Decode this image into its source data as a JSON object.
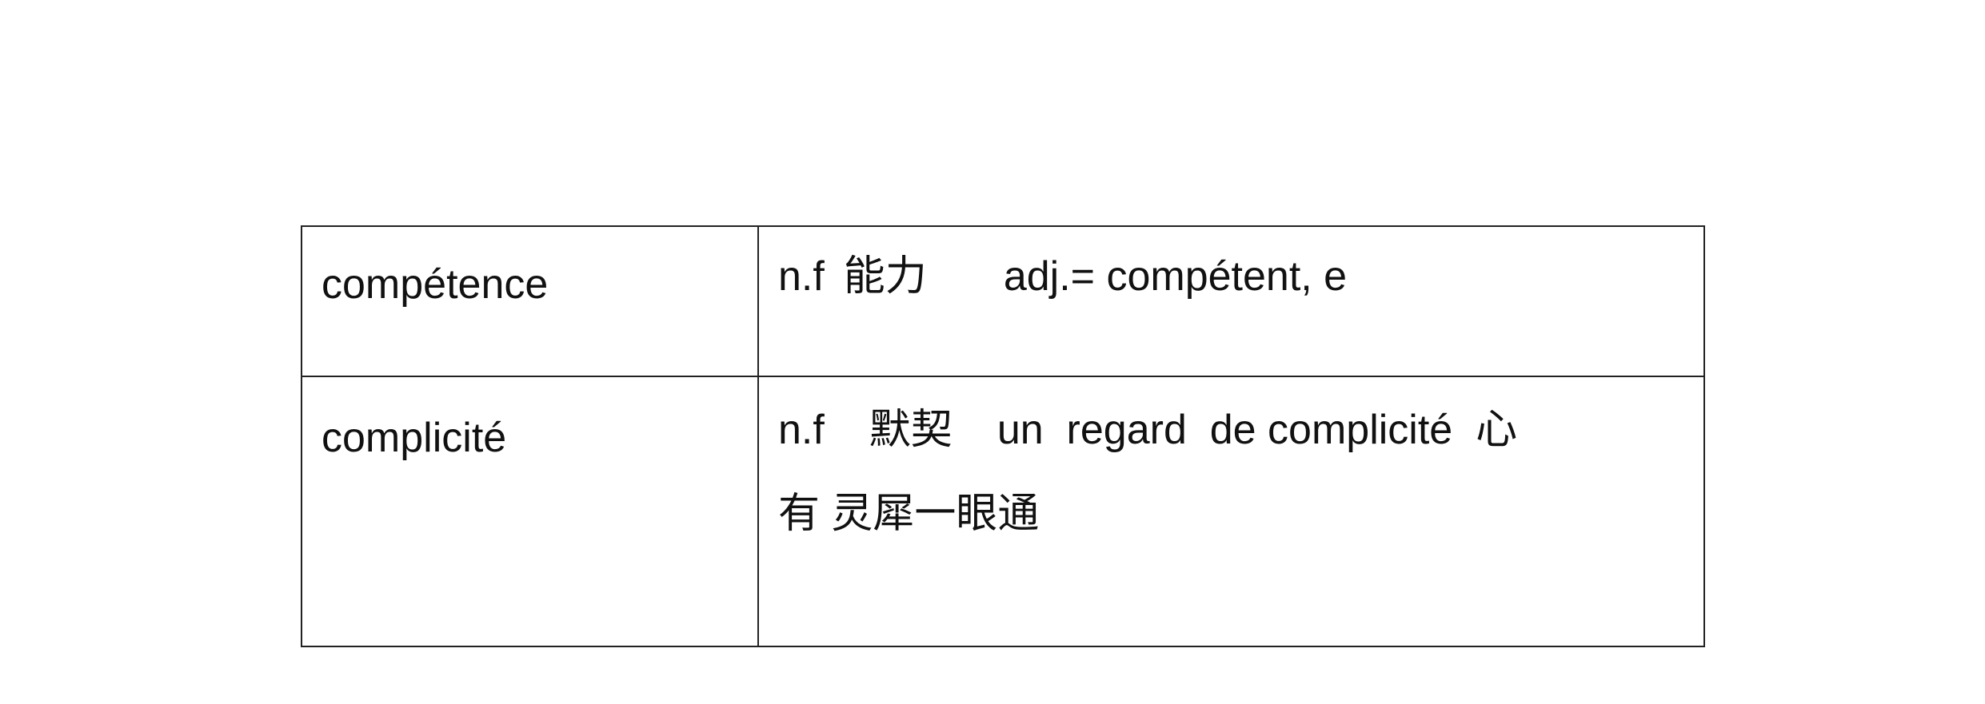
{
  "rows": [
    {
      "term": "compétence",
      "pos": "n.f",
      "meaning": "能力",
      "note": "adj.= compétent, e"
    },
    {
      "term": "complicité",
      "pos": "n.f",
      "meaning": "默契",
      "example": "un  regard  de complicité  心",
      "example_cont": "有 灵犀一眼通"
    }
  ]
}
